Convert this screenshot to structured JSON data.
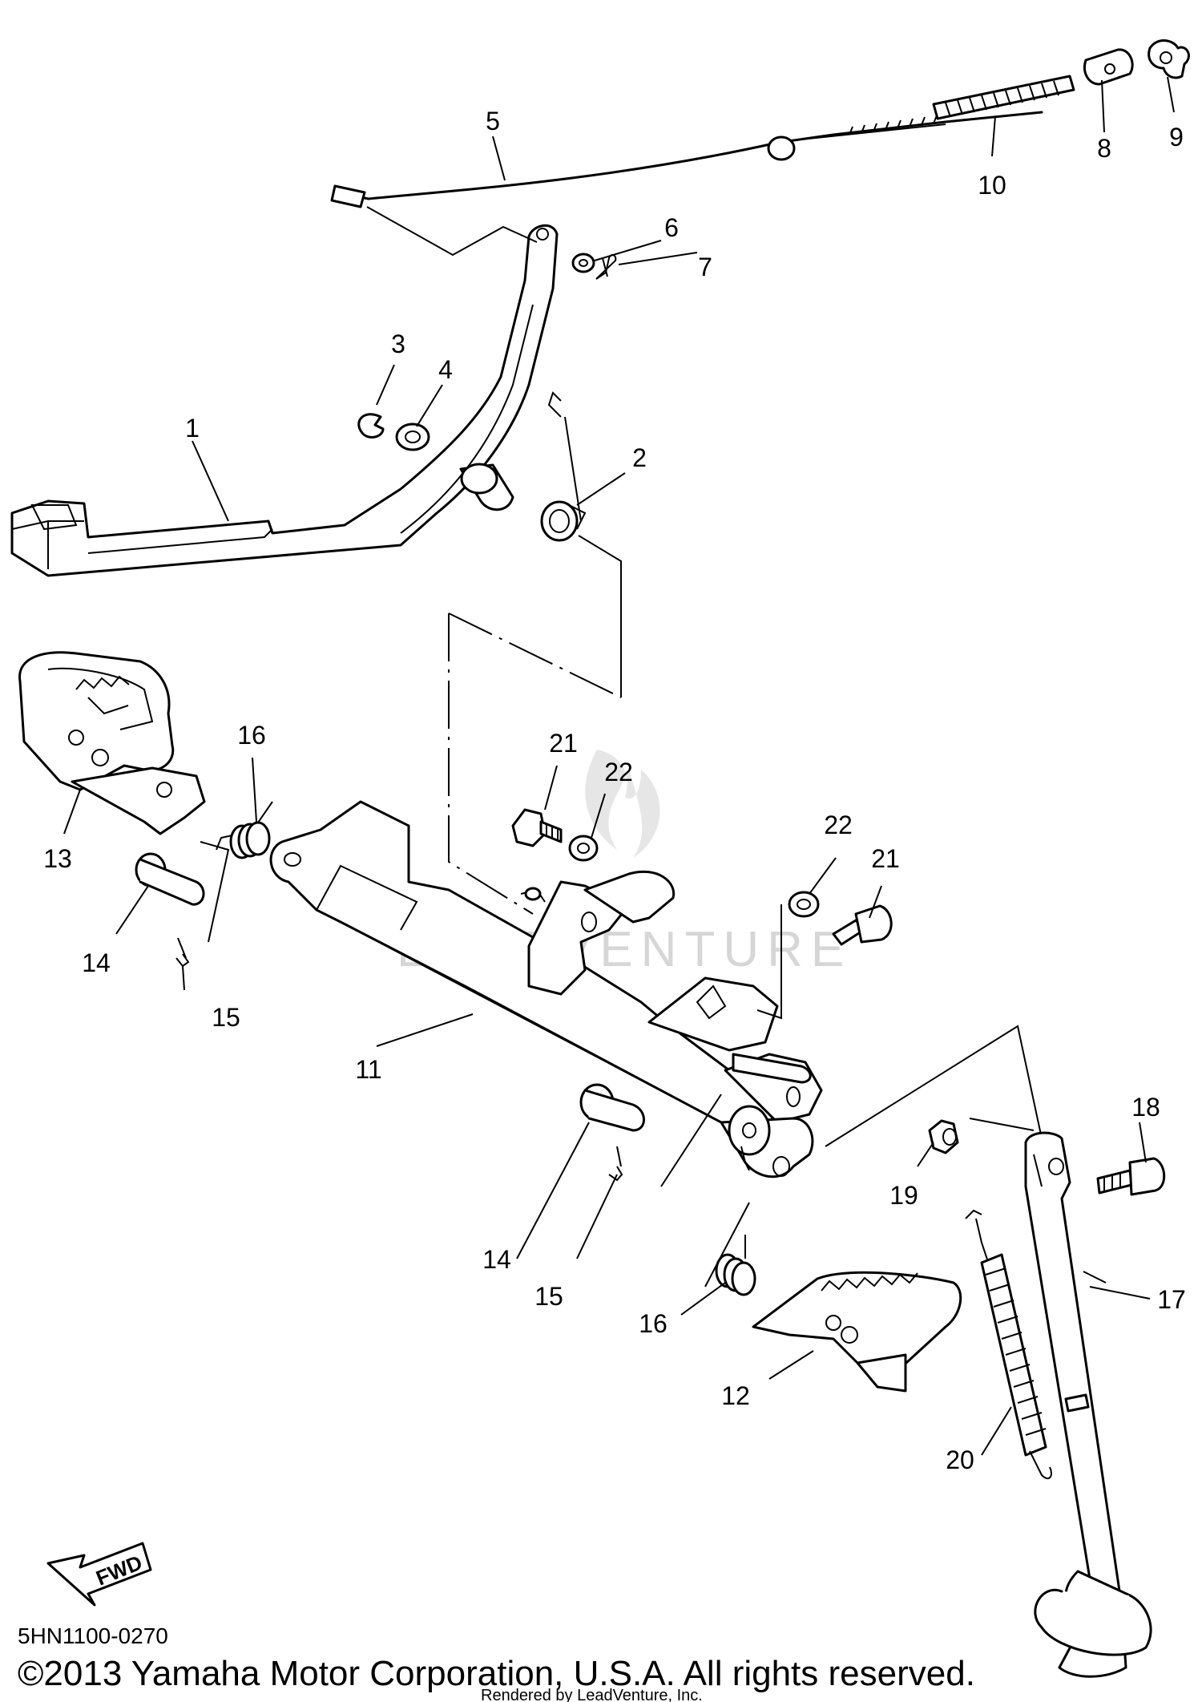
{
  "diagram_code": "5HN1100-0270",
  "copyright": "©2013 Yamaha Motor Corporation, U.S.A. All rights reserved.",
  "rendered_by": "Rendered by LeadVenture, Inc.",
  "watermark": "LEADVENTURE",
  "fwd_label": "FWD",
  "callouts": {
    "c1": "1",
    "c2": "2",
    "c3": "3",
    "c4": "4",
    "c5": "5",
    "c6": "6",
    "c7": "7",
    "c8": "8",
    "c9": "9",
    "c10": "10",
    "c11": "11",
    "c12": "12",
    "c13": "13",
    "c14a": "14",
    "c14b": "14",
    "c15a": "15",
    "c15b": "15",
    "c16a": "16",
    "c16b": "16",
    "c17": "17",
    "c18": "18",
    "c19": "19",
    "c20": "20",
    "c21a": "21",
    "c21b": "21",
    "c22a": "22",
    "c22b": "22"
  }
}
